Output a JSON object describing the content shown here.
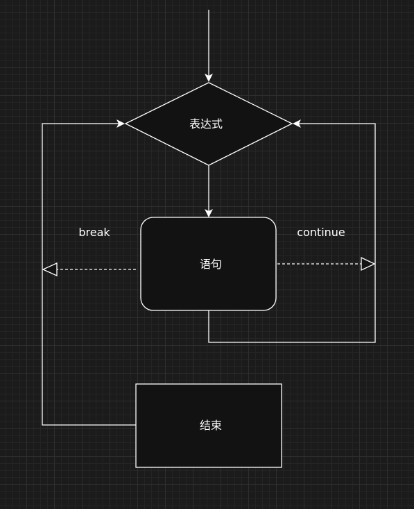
{
  "nodes": {
    "expression": "表达式",
    "statement": "语句",
    "end": "结束"
  },
  "edges": {
    "break": "break",
    "continue": "continue"
  },
  "colors": {
    "background": "#1b1b1b",
    "node_fill": "#121212",
    "stroke": "#ffffff",
    "text": "#ffffff"
  }
}
